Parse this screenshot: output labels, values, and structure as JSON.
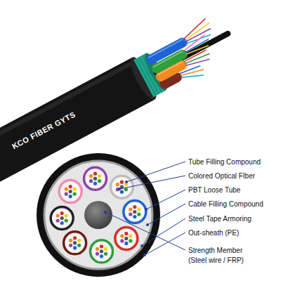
{
  "diagram": {
    "labels": [
      "KCO FIBER GYTS",
      "Tube Filling Compound",
      "Colored Optical FIber",
      "PBT Loose Tube",
      "Cable Filling Compound",
      "Steel Tape Armoring",
      "Out-sheath (PE)",
      "Strength Member (Steel wire / FRP)"
    ]
  }
}
